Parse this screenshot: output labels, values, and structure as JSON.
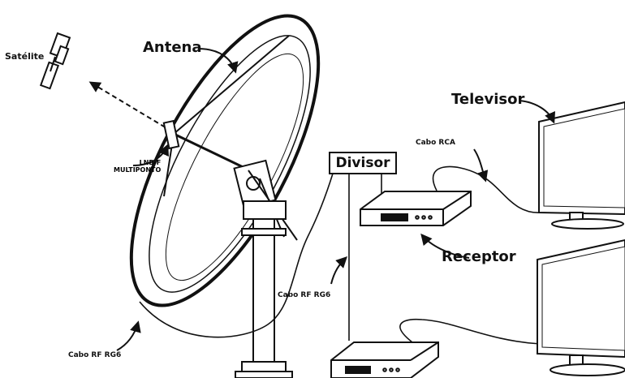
{
  "labels": {
    "satellite": "Satélite",
    "antenna": "Antena",
    "lnbf_line1": "LNB-F",
    "lnbf_line2": "MULTIPONTO",
    "splitter": "Divisor",
    "rca_cable": "Cabo RCA",
    "tv": "Televisor",
    "receiver": "Receptor",
    "rf_cable_mid": "Cabo RF RG6",
    "rf_cable_left": "Cabo RF RG6"
  }
}
